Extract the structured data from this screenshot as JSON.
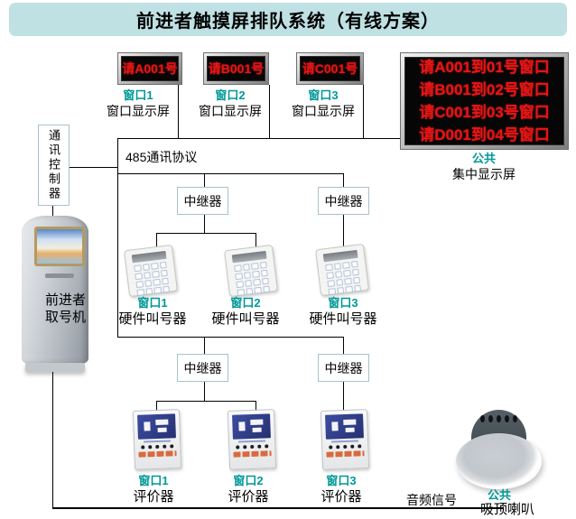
{
  "title": "前进者触摸屏排队系统（有线方案）",
  "colors": {
    "title_bg": "#bfe1e4",
    "accent_teal": "#009898",
    "led_red": "#e81515",
    "led_bg": "#060606",
    "line_black": "#000000"
  },
  "bus_label": "485通讯协议",
  "repeater_label": "中继器",
  "comm_controller_label": "通讯控制器",
  "window_displays": [
    {
      "led_text": "请A001号",
      "window": "窗口1",
      "device": "窗口显示屏"
    },
    {
      "led_text": "请B001号",
      "window": "窗口2",
      "device": "窗口显示屏"
    },
    {
      "led_text": "请C001号",
      "window": "窗口3",
      "device": "窗口显示屏"
    }
  ],
  "main_display": {
    "lines": [
      "请A001到01号窗口",
      "请B001到02号窗口",
      "请C001到03号窗口",
      "请D001到04号窗口"
    ],
    "group": "公共",
    "device": "集中显示屏"
  },
  "kiosk": {
    "line1": "前进者",
    "line2": "取号机"
  },
  "callers": [
    {
      "window": "窗口1",
      "device": "硬件叫号器"
    },
    {
      "window": "窗口2",
      "device": "硬件叫号器"
    },
    {
      "window": "窗口3",
      "device": "硬件叫号器"
    }
  ],
  "evaluators": [
    {
      "window": "窗口1",
      "device": "评价器"
    },
    {
      "window": "窗口2",
      "device": "评价器"
    },
    {
      "window": "窗口3",
      "device": "评价器"
    }
  ],
  "audio_label": "音频信号",
  "speaker": {
    "group": "公共",
    "device": "吸顶喇叭"
  }
}
